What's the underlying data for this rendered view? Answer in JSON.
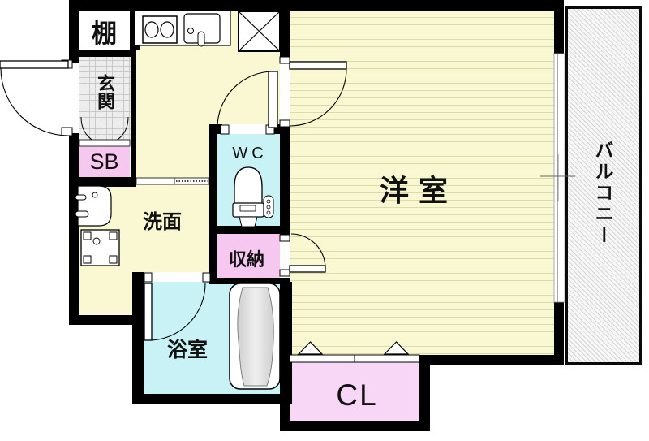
{
  "floorplan": {
    "title": "apartment-floor-plan",
    "rooms": {
      "shelf": {
        "label": "棚"
      },
      "entrance": {
        "label": "玄関"
      },
      "shoe_box": {
        "label": "SB"
      },
      "washroom": {
        "label": "洗面"
      },
      "toilet": {
        "label": "WC"
      },
      "storage": {
        "label": "収納"
      },
      "bathroom": {
        "label": "浴室"
      },
      "western_room": {
        "label": "洋室"
      },
      "closet": {
        "label": "CL"
      },
      "balcony": {
        "label": "バルコニー"
      }
    },
    "fixtures": [
      "stove-icon",
      "kitchen-sink-icon",
      "shaft-x-icon",
      "toilet-icon",
      "washbasin-icon",
      "washing-machine-pan-icon",
      "bathtub-icon",
      "door-swing-icon",
      "sliding-window-icon",
      "folding-door-icon"
    ],
    "colors": {
      "wall": "#000000",
      "floor_yellow": "#f9f8d2",
      "wet_area_cyan": "#c8f2f6",
      "storage_pink": "#f6c7ef",
      "closet_pink": "#f8d6f5",
      "flooring_line": "#dcdca8",
      "entrance_tile": "#ededed",
      "balcony_hatch": "#f7f7f7"
    }
  }
}
